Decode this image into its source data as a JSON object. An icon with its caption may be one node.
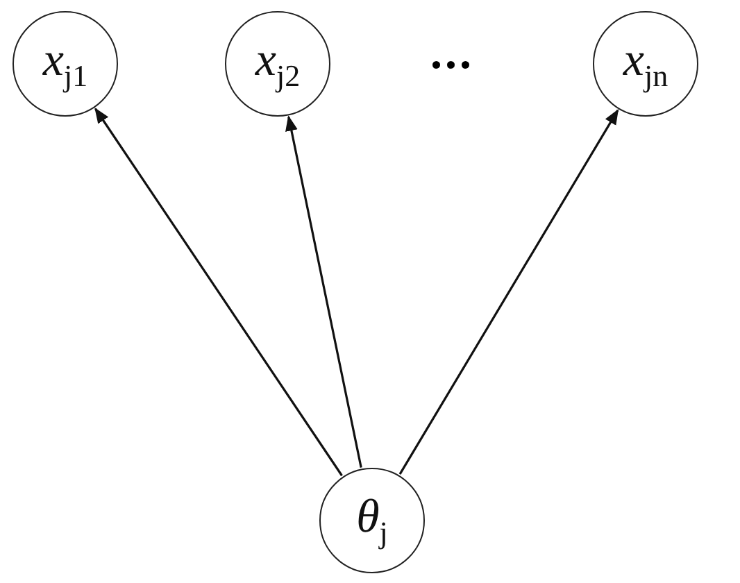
{
  "diagram": {
    "nodes": [
      {
        "text": [
          "*x*$_{j1}$"
        ]
      },
      {
        "text": [
          "*x*$_{j2}$"
        ]
      },
      {
        "text": [
          "*x*$_{jn}$"
        ]
      },
      {
        "text": [
          "*θ*$_{j}$"
        ]
      }
    ],
    "edges": [
      {
        "from": 3,
        "to": 0,
        "arrow": "to"
      },
      {
        "from": 3,
        "to": 1,
        "arrow": "to"
      },
      {
        "from": 3,
        "to": 2,
        "arrow": "to"
      }
    ],
    "labels": [
      "..."
    ]
  }
}
